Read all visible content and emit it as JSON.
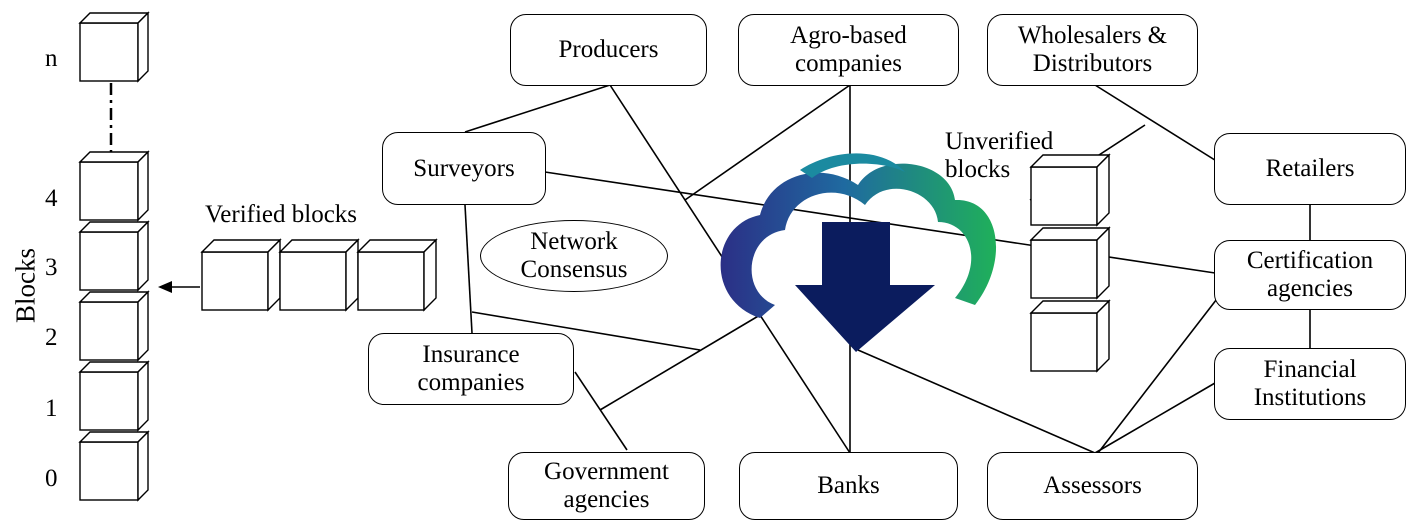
{
  "chain": {
    "axis_label": "Blocks",
    "block_labels": [
      "n",
      "4",
      "3",
      "2",
      "1",
      "0"
    ]
  },
  "verified_label": "Verified blocks",
  "unverified_label": [
    "Unverified",
    "blocks"
  ],
  "consensus": [
    "Network",
    "Consensus"
  ],
  "nodes": {
    "producers": [
      "Producers"
    ],
    "agro": [
      "Agro-based",
      "companies"
    ],
    "wholesalers": [
      "Wholesalers &",
      "Distributors"
    ],
    "surveyors": [
      "Surveyors"
    ],
    "retailers": [
      "Retailers"
    ],
    "certification": [
      "Certification",
      "agencies"
    ],
    "insurance": [
      "Insurance",
      "companies"
    ],
    "financial": [
      "Financial",
      "Institutions"
    ],
    "government": [
      "Government",
      "agencies"
    ],
    "banks": [
      "Banks"
    ],
    "assessors": [
      "Assessors"
    ]
  },
  "colors": {
    "cloud_left": "#2e3a8c",
    "cloud_right": "#1ea86a",
    "arrow": "#0a1a5c"
  },
  "icons": [
    "cloud-icon",
    "download-arrow-icon"
  ]
}
